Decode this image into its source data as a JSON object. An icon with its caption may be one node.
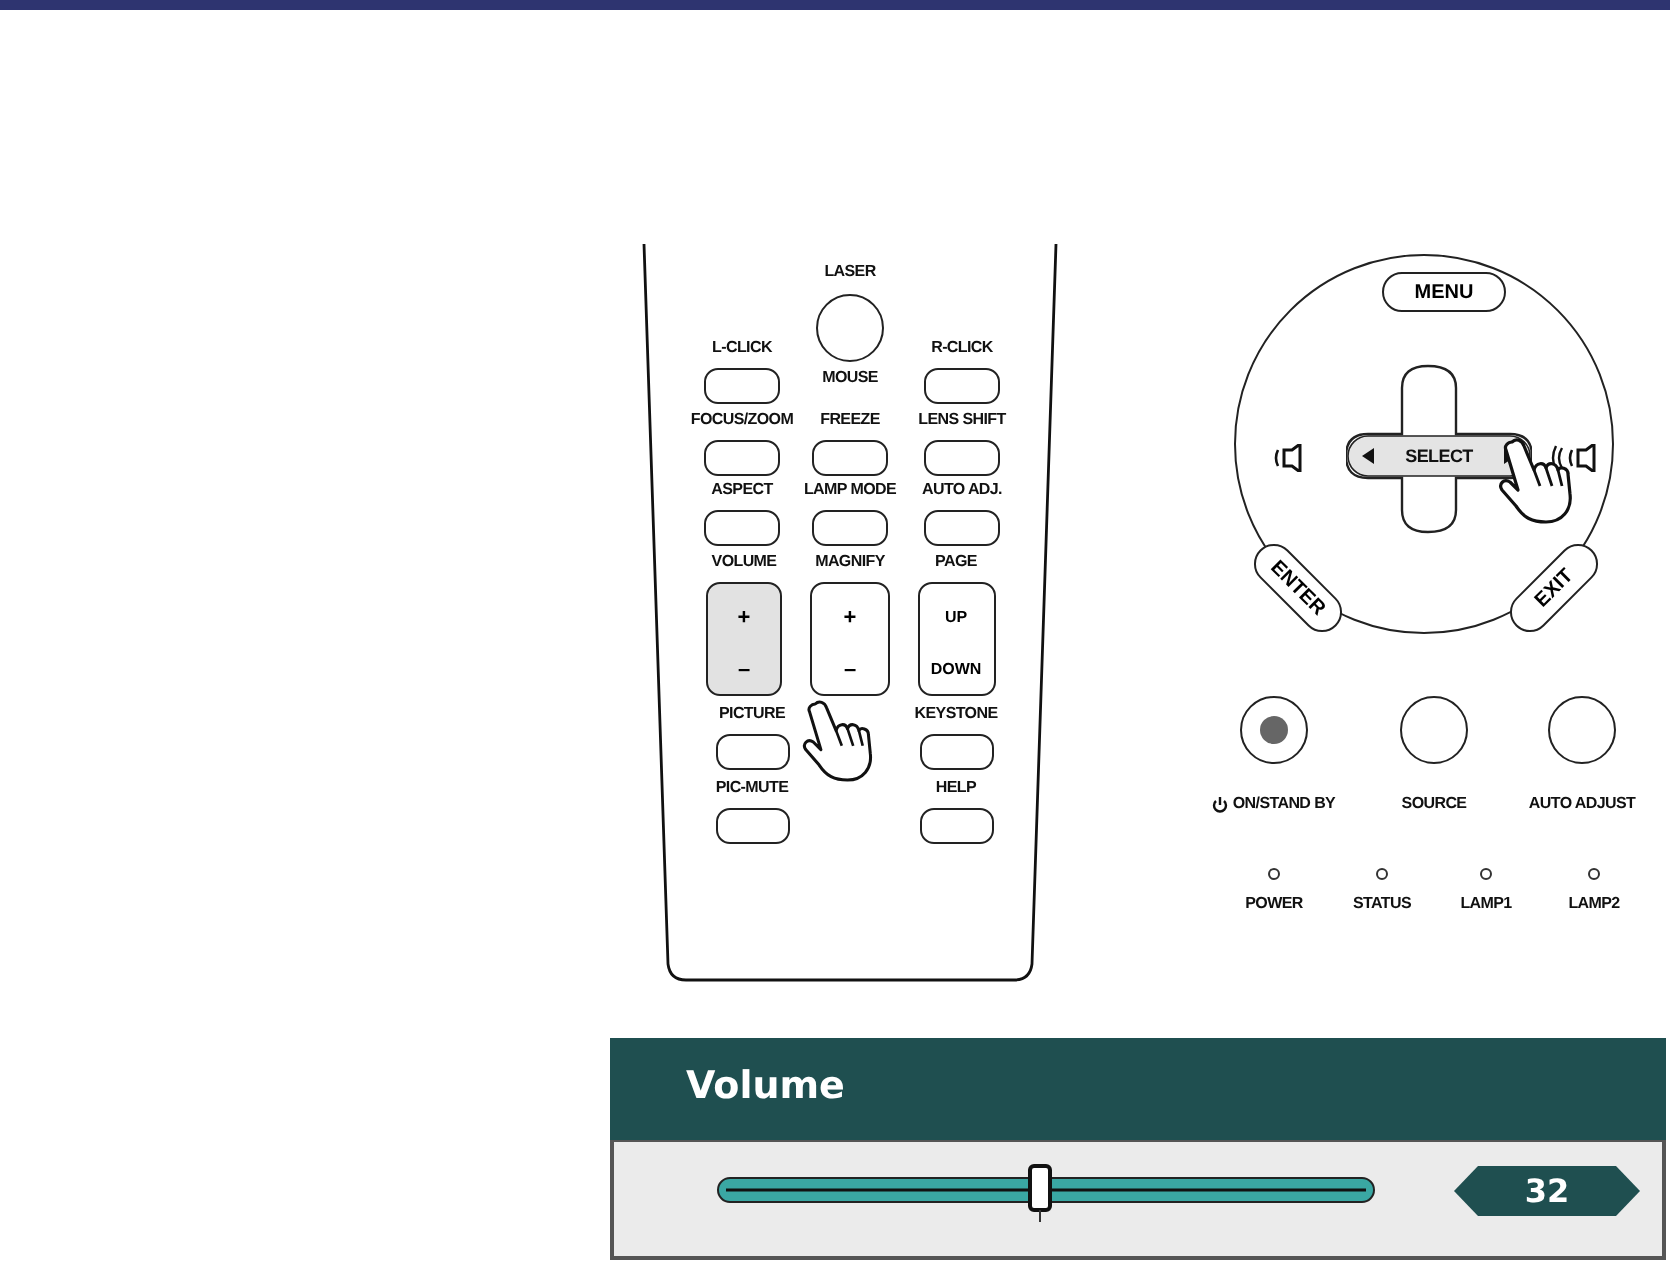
{
  "diagram": {
    "nodes": [
      {
        "text": [],
        "shape": "box"
      },
      {
        "text": [
          "LASER"
        ],
        "in": 0
      },
      {
        "text": [
          "L-CLICK"
        ],
        "in": 0
      },
      {
        "text": [
          "R-CLICK"
        ],
        "in": 0
      },
      {
        "text": [
          "FOCUS/ZOOM"
        ],
        "in": 0
      },
      {
        "text": [
          "FREEZE"
        ],
        "in": 0
      },
      {
        "text": [
          "LENS SHIFT"
        ],
        "in": 0
      },
      {
        "text": [
          "ASPECT"
        ],
        "in": 0
      },
      {
        "text": [
          "LAMP MODE"
        ],
        "in": 0
      },
      {
        "text": [
          "AUTO ADJ."
        ],
        "in": 0
      },
      {
        "text": [
          "VOLUME",
          "+",
          "–"
        ],
        "in": 0
      },
      {
        "text": [
          "MAGNIFY",
          "+",
          "–"
        ],
        "in": 0
      },
      {
        "text": [
          "PAGE",
          "UP",
          "DOWN"
        ],
        "in": 0
      },
      {
        "text": [
          "PICTURE"
        ],
        "in": 0
      },
      {
        "text": [
          "KEYSTONE"
        ],
        "in": 0
      },
      {
        "text": [
          "PIC-MUTE"
        ],
        "in": 0
      },
      {
        "text": [
          "HELP"
        ],
        "in": 0
      },
      {
        "text": [],
        "shape": "circle"
      },
      {
        "text": [
          "MENU"
        ],
        "in": 17
      },
      {
        "text": [
          "SELECT"
        ],
        "in": 17
      },
      {
        "text": [
          "ENTER"
        ],
        "in": 17
      },
      {
        "text": [
          "EXIT"
        ],
        "in": 17
      },
      {
        "text": [
          "ON/STAND BY"
        ]
      },
      {
        "text": [
          "SOURCE"
        ]
      },
      {
        "text": [
          "AUTO ADJUST"
        ]
      },
      {
        "text": [
          "POWER"
        ]
      },
      {
        "text": [
          "STATUS"
        ]
      },
      {
        "text": [
          "LAMP1"
        ]
      },
      {
        "text": [
          "LAMP2"
        ]
      },
      {
        "text": [
          "Volume"
        ]
      },
      {
        "text": [
          "32"
        ],
        "in": 29
      }
    ],
    "labels": [
      "MOUSE"
    ]
  }
}
